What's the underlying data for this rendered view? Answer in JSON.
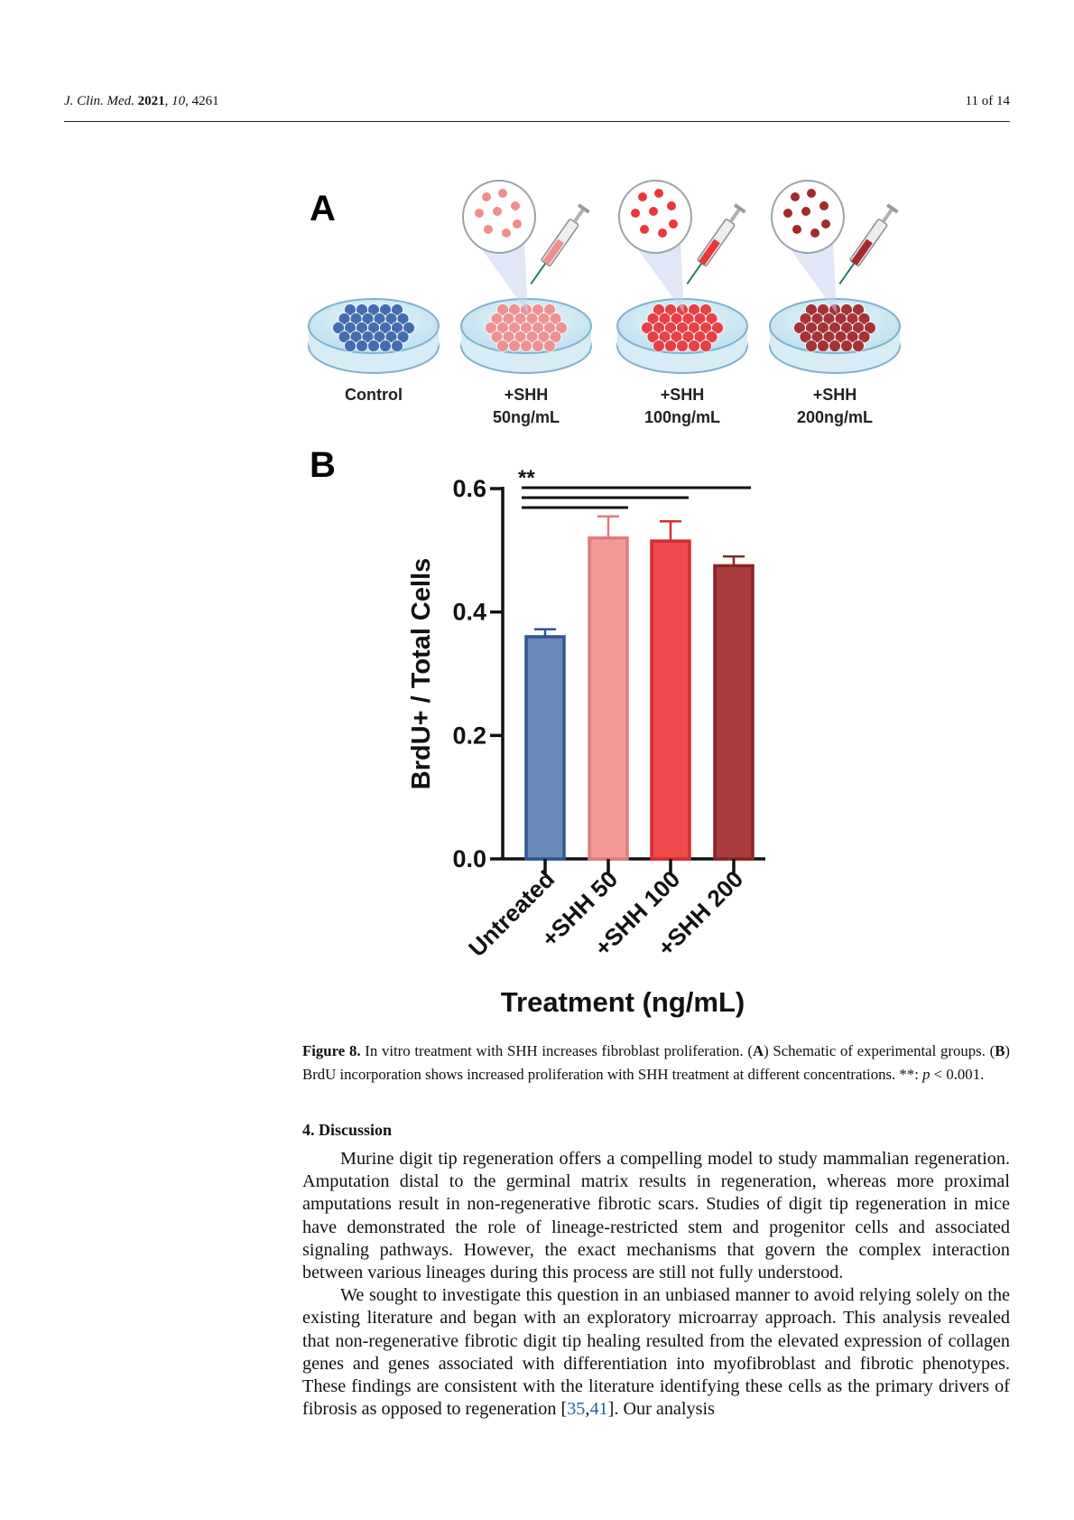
{
  "header": {
    "journal": "J. Clin. Med.",
    "year": "2021",
    "volume": "10",
    "article": "4261",
    "page": "11 of 14"
  },
  "figure": {
    "panel_a_label": "A",
    "panel_b_label": "B",
    "groups": [
      {
        "line1": "Control",
        "line2": ""
      },
      {
        "line1": "+SHH",
        "line2": "50ng/mL"
      },
      {
        "line1": "+SHH",
        "line2": "100ng/mL"
      },
      {
        "line1": "+SHH",
        "line2": "200ng/mL"
      }
    ],
    "colors": {
      "control": "#3f66ad",
      "shh50": "#ee8e8e",
      "shh100": "#e8383c",
      "shh200": "#a12a2c"
    }
  },
  "chart_data": {
    "type": "bar",
    "categories": [
      "Untreated",
      "+SHH 50",
      "+SHH 100",
      "+SHH 200"
    ],
    "values": [
      0.36,
      0.52,
      0.515,
      0.475
    ],
    "errors": [
      0.012,
      0.035,
      0.032,
      0.015
    ],
    "colors": [
      "#6a88b8",
      "#f29a98",
      "#ee4a4c",
      "#a83c3e"
    ],
    "edge_colors": [
      "#2f5596",
      "#e07b7b",
      "#d32d31",
      "#8a2325"
    ],
    "ylabel": "BrdU+ / Total Cells",
    "xlabel": "Treatment (ng/mL)",
    "ylim": [
      0,
      0.6
    ],
    "yticks": [
      "0.0",
      "0.2",
      "0.4",
      "0.6"
    ],
    "significance": {
      "label": "**",
      "comparisons": [
        [
          0,
          1
        ],
        [
          0,
          2
        ],
        [
          0,
          3
        ]
      ]
    }
  },
  "caption": {
    "label": "Figure 8.",
    "t1": " In vitro treatment with SHH increases fibroblast proliferation. (",
    "a": "A",
    "t2": ") Schematic of experimental groups. (",
    "b": "B",
    "t3": ") BrdU incorporation shows increased proliferation with SHH treatment at different concentrations. **: ",
    "p": "p",
    "t4": " < 0.001."
  },
  "section": {
    "title": "4. Discussion"
  },
  "paragraphs": {
    "p1": "Murine digit tip regeneration offers a compelling model to study mammalian regeneration. Amputation distal to the germinal matrix results in regeneration, whereas more proximal amputations result in non-regenerative fibrotic scars. Studies of digit tip regeneration in mice have demonstrated the role of lineage-restricted stem and progenitor cells and associated signaling pathways. However, the exact mechanisms that govern the complex interaction between various lineages during this process are still not fully understood.",
    "p2a": "We sought to investigate this question in an unbiased manner to avoid relying solely on the existing literature and began with an exploratory microarray approach. This analysis revealed that non-regenerative fibrotic digit tip healing resulted from the elevated expression of collagen genes and genes associated with differentiation into myofibroblast and fibrotic phenotypes. These findings are consistent with the literature identifying these cells as the primary drivers of fibrosis as opposed to regeneration [",
    "ref1": "35",
    "comma": ",",
    "ref2": "41",
    "p2b": "]. Our analysis"
  }
}
